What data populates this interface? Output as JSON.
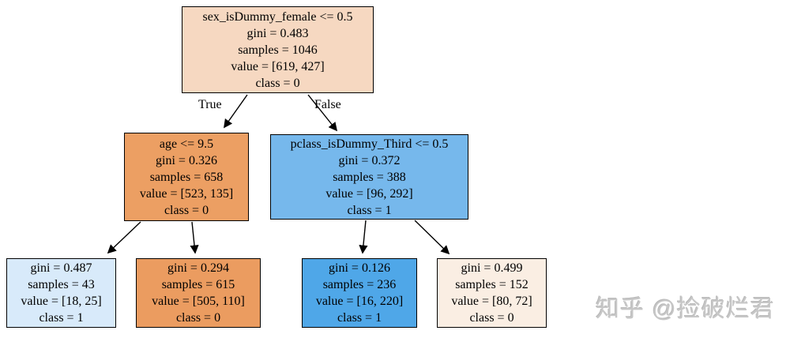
{
  "tree": {
    "edge_labels": {
      "true_branch": "True",
      "false_branch": "False"
    },
    "nodes": [
      {
        "id": "root",
        "fill": "#f6d8c1",
        "lines": [
          "sex_isDummy_female <= 0.5",
          "gini = 0.483",
          "samples = 1046",
          "value = [619, 427]",
          "class = 0"
        ]
      },
      {
        "id": "left-internal",
        "fill": "#ec9f63",
        "lines": [
          "age <= 9.5",
          "gini = 0.326",
          "samples = 658",
          "value = [523, 135]",
          "class = 0"
        ]
      },
      {
        "id": "right-internal",
        "fill": "#76b8ec",
        "lines": [
          "pclass_isDummy_Third <= 0.5",
          "gini = 0.372",
          "samples = 388",
          "value = [96, 292]",
          "class = 1"
        ]
      },
      {
        "id": "leaf-1",
        "fill": "#d8eafa",
        "lines": [
          "gini = 0.487",
          "samples = 43",
          "value = [18, 25]",
          "class = 1"
        ]
      },
      {
        "id": "leaf-2",
        "fill": "#eb9c60",
        "lines": [
          "gini = 0.294",
          "samples = 615",
          "value = [505, 110]",
          "class = 0"
        ]
      },
      {
        "id": "leaf-3",
        "fill": "#4fa7e8",
        "lines": [
          "gini = 0.126",
          "samples = 236",
          "value = [16, 220]",
          "class = 1"
        ]
      },
      {
        "id": "leaf-4",
        "fill": "#faeee3",
        "lines": [
          "gini = 0.499",
          "samples = 152",
          "value = [80, 72]",
          "class = 0"
        ]
      }
    ]
  },
  "watermark": {
    "text": "知乎 @捡破烂君",
    "color": "#c7c7c7"
  }
}
